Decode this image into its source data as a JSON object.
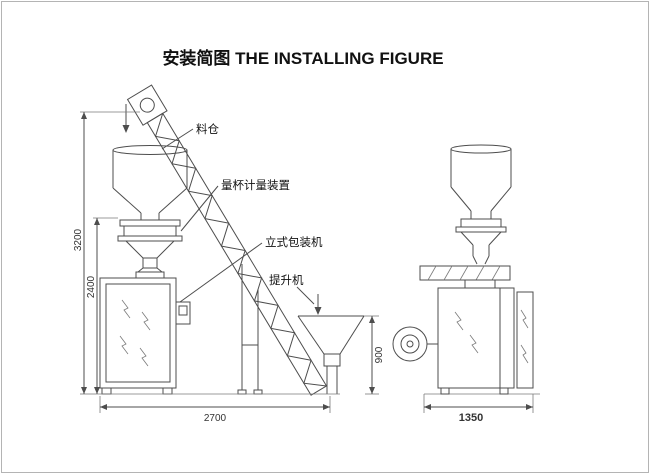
{
  "title": "安装简图 THE INSTALLING FIGURE",
  "labels": {
    "hopper": "料仓",
    "measuring_device": "量杯计量装置",
    "packing_machine": "立式包装机",
    "elevator": "提升机"
  },
  "dimensions": {
    "overall_height": "3200",
    "machine_height": "2400",
    "feed_hopper_height": "900",
    "overall_width": "2700",
    "side_width": "1350"
  },
  "colors": {
    "line": "#4d4d4d",
    "border": "#b4b4b4",
    "text": "#111111"
  }
}
